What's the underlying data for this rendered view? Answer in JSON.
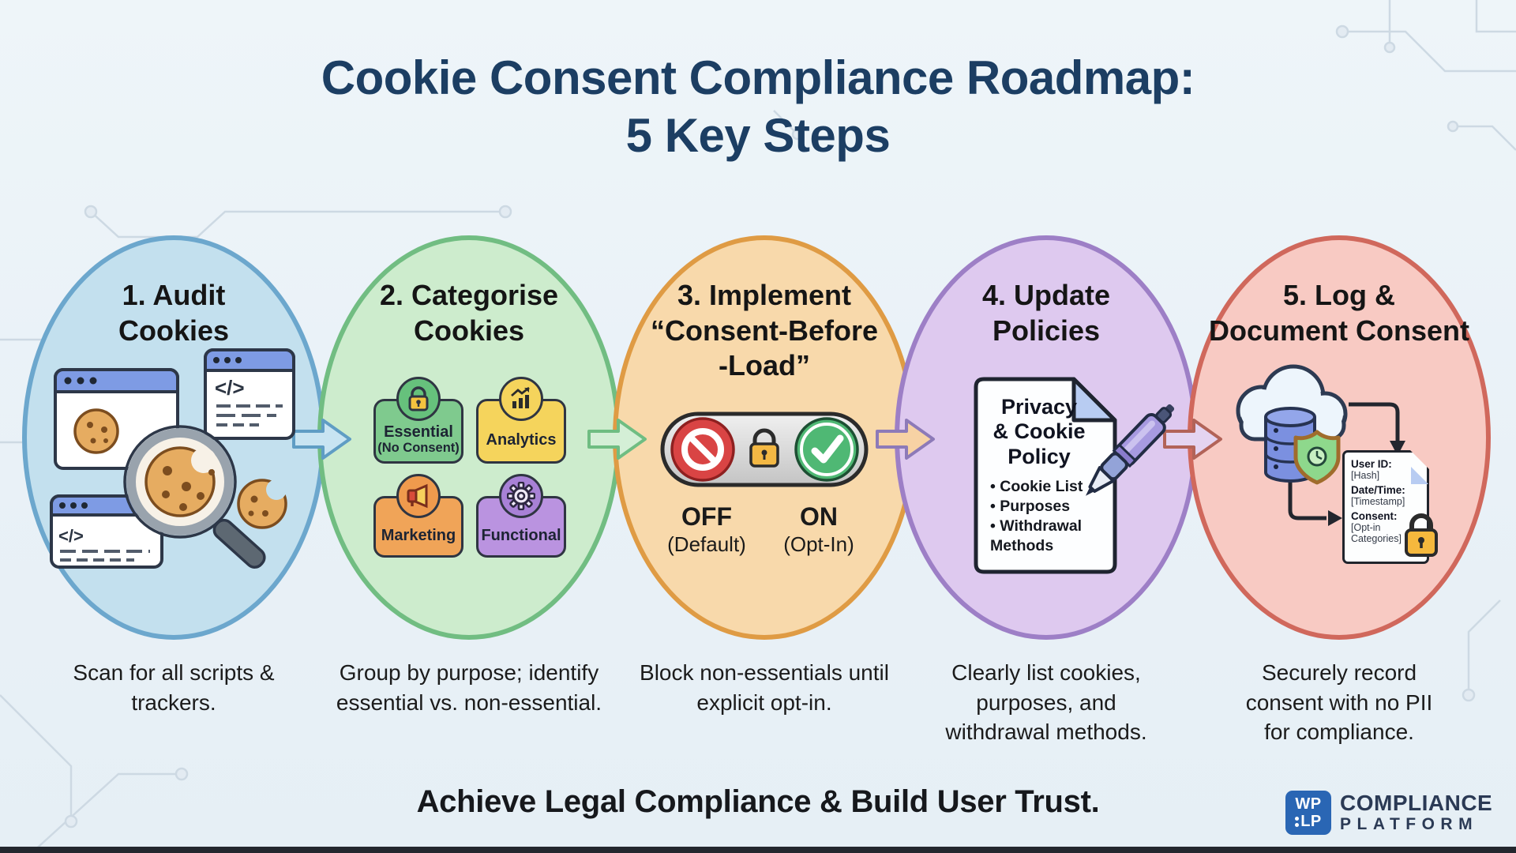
{
  "title": {
    "line1": "Cookie Consent Compliance Roadmap:",
    "line2": "5 Key Steps"
  },
  "steps": [
    {
      "title_lines": [
        "1. Audit",
        "Cookies"
      ],
      "caption": "Scan for all scripts & trackers.",
      "fill": "#c3e0ee",
      "stroke": "#6ca7cd"
    },
    {
      "title_lines": [
        "2. Categorise",
        "Cookies"
      ],
      "caption": "Group by purpose; identify essential vs. non-essential.",
      "fill": "#cdeccd",
      "stroke": "#71bd82",
      "categories": [
        {
          "label": "Essential",
          "sublabel": "(No Consent)",
          "color": "#7fca8e",
          "icon": "lock-icon"
        },
        {
          "label": "Analytics",
          "color": "#f5d45c",
          "icon": "chart-icon"
        },
        {
          "label": "Marketing",
          "color": "#f0a458",
          "icon": "megaphone-icon"
        },
        {
          "label": "Functional",
          "color": "#ba93e0",
          "icon": "gear-icon"
        }
      ]
    },
    {
      "title_lines": [
        "3. Implement",
        "“Consent-Before",
        "-Load”"
      ],
      "caption": "Block non-essentials until explicit opt-in.",
      "fill": "#f8d9ab",
      "stroke": "#df9b44",
      "toggle": {
        "off": "OFF",
        "off_sub": "(Default)",
        "on": "ON",
        "on_sub": "(Opt-In)"
      }
    },
    {
      "title_lines": [
        "4. Update",
        "Policies"
      ],
      "caption": "Clearly list cookies, purposes, and withdrawal methods.",
      "fill": "#dec9ef",
      "stroke": "#9d7fc6",
      "document": {
        "title_lines": [
          "Privacy",
          "& Cookie",
          "Policy"
        ],
        "bullets": [
          "Cookie List",
          "Purposes",
          "Withdrawal Methods"
        ]
      }
    },
    {
      "title_lines": [
        "5. Log &",
        "Document Consent"
      ],
      "caption": "Securely record consent with no PII for compliance.",
      "fill": "#f8cac3",
      "stroke": "#d0685c",
      "record": {
        "fields": [
          {
            "label": "User ID:",
            "value": "[Hash]"
          },
          {
            "label": "Date/Time:",
            "value": "[Timestamp]"
          },
          {
            "label": "Consent:",
            "value": "[Opt-in Categories]"
          }
        ]
      }
    }
  ],
  "footer": {
    "tagline": "Achieve Legal Compliance & Build User Trust.",
    "logo": {
      "tile_top": "WP",
      "tile_bottom": "LP",
      "brand1": "COMPLIANCE",
      "brand2": "PLATFORM"
    }
  },
  "icons": {
    "step1": [
      "browser-window-icon",
      "cookie-icon",
      "magnifier-icon",
      "code-icon"
    ],
    "step3": [
      "prohibition-icon",
      "padlock-icon",
      "check-icon"
    ],
    "step4": [
      "document-icon",
      "pen-icon"
    ],
    "step5": [
      "cloud-icon",
      "database-icon",
      "shield-clock-icon",
      "elbow-arrow-icon",
      "document-icon",
      "padlock-icon"
    ]
  },
  "palette": {
    "background": "#ebf3f8",
    "title_navy": "#1c3e63",
    "arrow1": {
      "fill": "#c8e4f2",
      "stroke": "#5f9dc4"
    },
    "arrow2": {
      "fill": "#d4efd6",
      "stroke": "#6fbd82"
    },
    "arrow3": {
      "fill": "#f7d2a4",
      "stroke": "#8d7ab8"
    },
    "arrow4": {
      "fill": "#e4d4f1",
      "stroke": "#b26358"
    },
    "logo_blue": "#2a66b4",
    "brand_text": "#2b3a55"
  }
}
